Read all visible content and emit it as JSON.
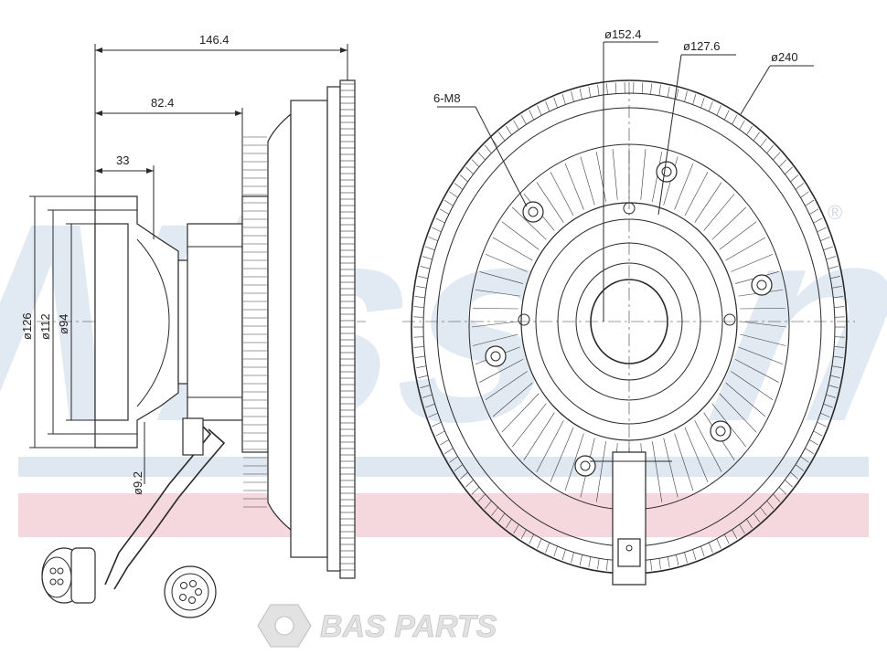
{
  "watermark": {
    "text": "Nissens",
    "registered": "®"
  },
  "brand": {
    "text": "BAS PARTS"
  },
  "colors": {
    "blue_band": "#dfe8f1",
    "pink_band": "#f4d8de",
    "line": "#2a2a2a",
    "watermark": "#c9d8e8"
  },
  "side_view": {
    "dim_overall_length": "146.4",
    "dim_mid_length": "82.4",
    "dim_hub_length": "33",
    "dim_d126": "ø126",
    "dim_d112": "ø112",
    "dim_d94": "ø94",
    "dim_wire": "ø9.2"
  },
  "front_view": {
    "dim_bolt_circle": "ø152.4",
    "dim_pilot": "ø127.6",
    "dim_outer": "ø240",
    "dim_bolts": "6-M8"
  }
}
